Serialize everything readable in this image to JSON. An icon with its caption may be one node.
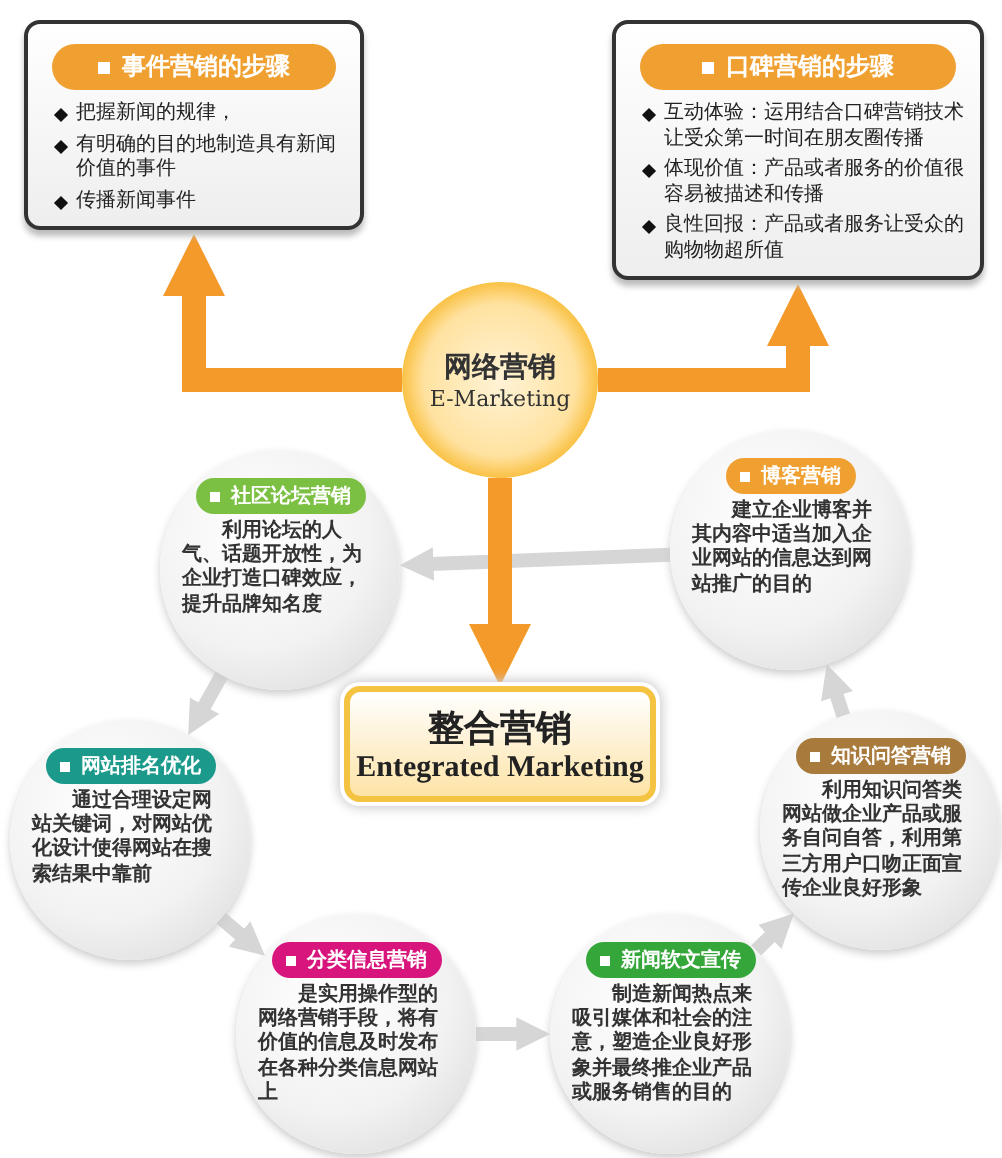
{
  "diagram": {
    "nodes": [
      {
        "text": [
          "事件营销的步骤",
          "把握新闻的规律，",
          "有明确的目的地制造具有新闻价值的事件",
          "传播新闻事件"
        ]
      },
      {
        "text": [
          "口碑营销的步骤",
          "互动体验：运用结合口碑营销技术让受众第一时间在朋友圈传播",
          "体现价值：产品或者服务的价值很容易被描述和传播",
          "良性回报：产品或者服务让受众的购物物超所值"
        ]
      },
      {
        "text": [
          "网络营销",
          "E-Marketing"
        ]
      },
      {
        "text": [
          "整合营销",
          "Entegrated Marketing"
        ]
      },
      {
        "text": [
          "社区论坛营销",
          "利用论坛的人气、话题开放性，为企业打造口碑效应，提升品牌知名度"
        ]
      },
      {
        "text": [
          "博客营销",
          "建立企业博客并其内容中适当加入企业网站的信息达到网站推广的目的"
        ]
      },
      {
        "text": [
          "网站排名优化",
          "通过合理设定网站关键词，对网站优化设计使得网站在搜索结果中靠前"
        ]
      },
      {
        "text": [
          "知识问答营销",
          "利用知识问答类网站做企业产品或服务自问自答，利用第三方用户口吻正面宣传企业良好形象"
        ]
      },
      {
        "text": [
          "分类信息营销",
          "是实用操作型的网络营销手段，将有价值的信息及时发布在各种分类信息网站上"
        ]
      },
      {
        "text": [
          "新闻软文宣传",
          "制造新闻热点来吸引媒体和社会的注意，塑造企业良好形象并最终推企业产品或服务销售的目的"
        ]
      }
    ],
    "edges": [
      {
        "from": 2,
        "to": 0,
        "arrow": "to",
        "color": "#f39a2b"
      },
      {
        "from": 2,
        "to": 1,
        "arrow": "to",
        "color": "#f39a2b"
      },
      {
        "from": 2,
        "to": 3,
        "arrow": "to",
        "color": "#f39a2b"
      },
      {
        "from": 9,
        "to": 7,
        "arrow": "to"
      },
      {
        "from": 7,
        "to": 5,
        "arrow": "to"
      },
      {
        "from": 5,
        "to": 4,
        "arrow": "to"
      },
      {
        "from": 4,
        "to": 6,
        "arrow": "to"
      },
      {
        "from": 6,
        "to": 8,
        "arrow": "to"
      },
      {
        "from": 8,
        "to": 9,
        "arrow": "to"
      }
    ]
  }
}
